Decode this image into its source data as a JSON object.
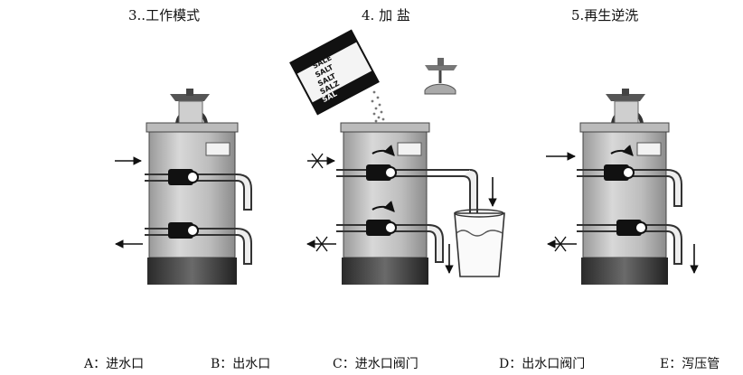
{
  "titles": {
    "working_mode": "3..工作模式",
    "add_salt": "4.  加  盐",
    "regeneration": "5.再生逆洗"
  },
  "salt_bag": {
    "lines": [
      "SALE",
      "SALT",
      "SALT",
      "SALZ",
      "SAL"
    ]
  },
  "legend": [
    "A：进水口",
    "B：出水口",
    "C：进水口阀门",
    "D：出水口阀门",
    "E：泻压管"
  ]
}
